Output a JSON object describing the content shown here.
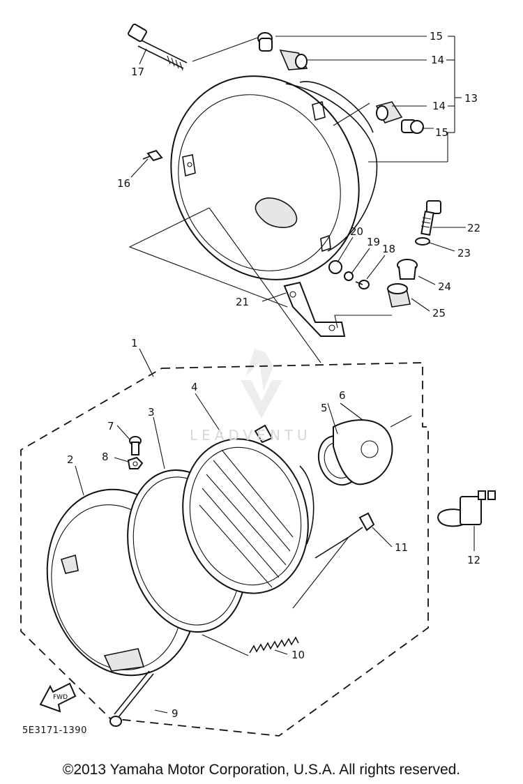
{
  "diagram": {
    "drawing_code": "5E3171-1390",
    "copyright": "©2013 Yamaha Motor Corporation, U.S.A. All rights reserved.",
    "watermark": "LEADVENTU",
    "forward_label": "FWD",
    "callouts": {
      "c1": "1",
      "c2": "2",
      "c3": "3",
      "c4": "4",
      "c5": "5",
      "c6": "6",
      "c7": "7",
      "c8": "8",
      "c9": "9",
      "c10": "10",
      "c11": "11",
      "c12": "12",
      "c13": "13",
      "c14a": "14",
      "c14b": "14",
      "c15a": "15",
      "c15b": "15",
      "c16": "16",
      "c17": "17",
      "c18": "18",
      "c19": "19",
      "c20": "20",
      "c21": "21",
      "c22": "22",
      "c23": "23",
      "c24": "24",
      "c25": "25"
    }
  }
}
